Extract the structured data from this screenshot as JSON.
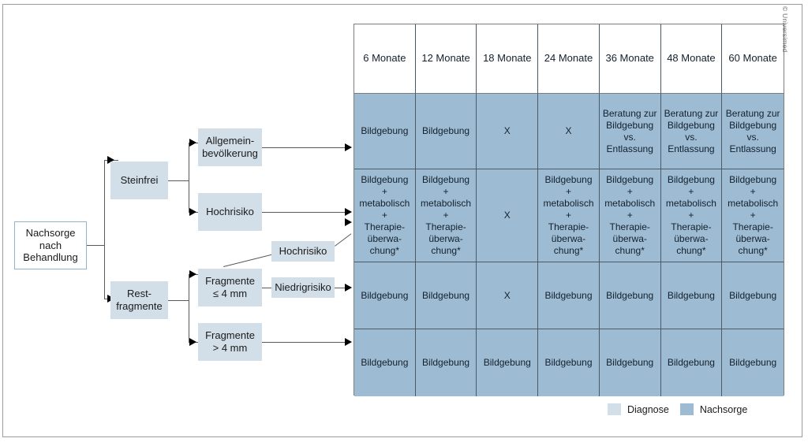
{
  "copyright": "© Universimed",
  "flowchart": {
    "nodes": [
      {
        "id": "root",
        "label": "Nachsorge\nnach\nBehandlung"
      },
      {
        "id": "steinfrei",
        "label": "Steinfrei"
      },
      {
        "id": "restfragmente",
        "label": "Rest-\nfragmente"
      },
      {
        "id": "allgemein",
        "label": "Allgemein-\nbevölkerung"
      },
      {
        "id": "hochrisiko",
        "label": "Hochrisiko"
      },
      {
        "id": "fragmente-le4",
        "label": "Fragmente\n≤ 4 mm"
      },
      {
        "id": "fragmente-gt4",
        "label": "Fragmente\n> 4 mm"
      },
      {
        "id": "hochrisiko-2",
        "label": "Hochrisiko"
      },
      {
        "id": "niedrigrisiko",
        "label": "Niedrigrisiko"
      }
    ]
  },
  "table": {
    "columns": [
      "6 Monate",
      "12 Monate",
      "18 Monate",
      "24 Monate",
      "36 Monate",
      "48 Monate",
      "60 Monate"
    ],
    "rows": [
      {
        "id": "row-allgemeinbevoelkerung",
        "cells": [
          "Bildgebung",
          "Bildgebung",
          "X",
          "X",
          "Beratung zur\nBildgebung\nvs.\nEntlassung",
          "Beratung zur\nBildgebung\nvs.\nEntlassung",
          "Beratung zur\nBildgebung\nvs.\nEntlassung"
        ]
      },
      {
        "id": "row-hochrisiko",
        "cells": [
          "Bildgebung\n+\nmetabolisch\n+\nTherapie-\nüberwa-\nchung*",
          "Bildgebung\n+\nmetabolisch\n+\nTherapie-\nüberwa-\nchung*",
          "X",
          "Bildgebung\n+\nmetabolisch\n+\nTherapie-\nüberwa-\nchung*",
          "Bildgebung\n+\nmetabolisch\n+\nTherapie-\nüberwa-\nchung*",
          "Bildgebung\n+\nmetabolisch\n+\nTherapie-\nüberwa-\nchung*",
          "Bildgebung\n+\nmetabolisch\n+\nTherapie-\nüberwa-\nchung*"
        ]
      },
      {
        "id": "row-fragmente-kleiner-gleich-4mm",
        "cells": [
          "Bildgebung",
          "Bildgebung",
          "X",
          "Bildgebung",
          "Bildgebung",
          "Bildgebung",
          "Bildgebung"
        ]
      },
      {
        "id": "row-fragmente-groesser-4mm",
        "cells": [
          "Bildgebung",
          "Bildgebung",
          "Bildgebung",
          "Bildgebung",
          "Bildgebung",
          "Bildgebung",
          "Bildgebung"
        ]
      }
    ]
  },
  "legend": {
    "items": [
      {
        "label": "Diagnose",
        "color": "#d2dfe9"
      },
      {
        "label": "Nachsorge",
        "color": "#9dbcd4"
      }
    ]
  },
  "colors": {
    "diagnose": "#d2dfe9",
    "nachsorge": "#9dbcd4",
    "header_bg": "#ffffff",
    "line": "#59595b",
    "frame": "#9a9a9a"
  }
}
